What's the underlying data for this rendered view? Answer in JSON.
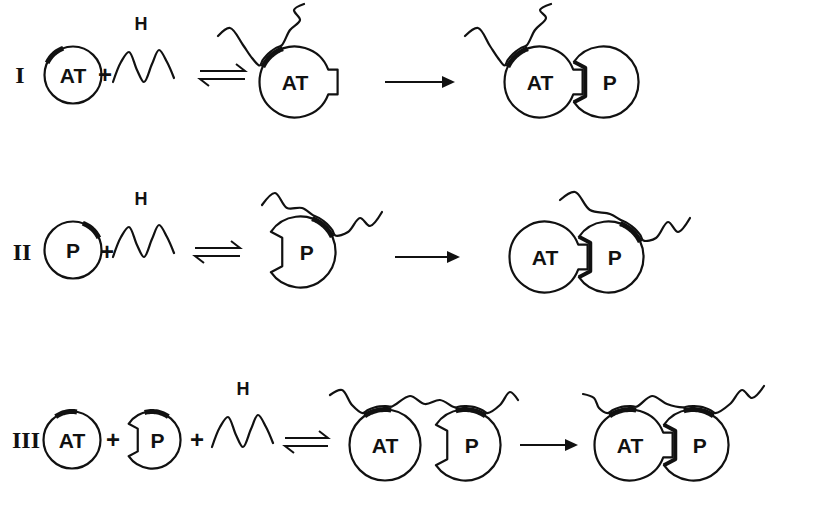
{
  "diagram": {
    "nodes": [
      {
        "text": [
          "AT"
        ]
      },
      {
        "text": [
          "AT"
        ]
      },
      {
        "text": [
          "AT"
        ]
      },
      {
        "text": [
          "P"
        ]
      },
      {
        "text": [
          "P"
        ]
      },
      {
        "text": [
          "P"
        ]
      },
      {
        "text": [
          "AT"
        ]
      },
      {
        "text": [
          "P"
        ]
      },
      {
        "text": [
          "AT"
        ]
      },
      {
        "text": [
          "P"
        ]
      },
      {
        "text": [
          "AT"
        ]
      },
      {
        "text": [
          "P"
        ]
      },
      {
        "text": [
          "AT"
        ]
      },
      {
        "text": [
          "P"
        ]
      }
    ],
    "labels": [
      "I",
      "+",
      "H",
      "II",
      "+",
      "H",
      "III",
      "+",
      "+",
      "H"
    ]
  }
}
